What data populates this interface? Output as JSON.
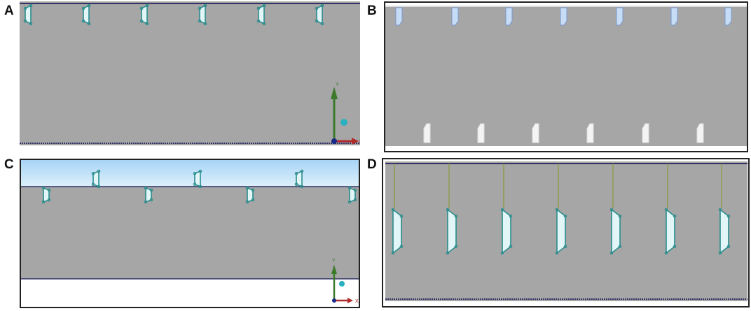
{
  "panels": [
    {
      "label": "A"
    },
    {
      "label": "B"
    },
    {
      "label": "C"
    },
    {
      "label": "D"
    }
  ],
  "axes": {
    "y_label": "Y",
    "x_label": "X"
  },
  "colors": {
    "domain_gray": "#a6a6a6",
    "blade_outline": "#2a8c8c",
    "blade_fill": "#e2f6f8",
    "water_light_blue": "#a8d4f5",
    "wall_line": "#333366",
    "y_axis_green": "#3a7a2a",
    "x_axis_red": "#b02a2a",
    "stem_olive": "#8a9a3a"
  },
  "icons": {
    "axis_triad": "coordinate-axes-icon",
    "origin_ball": "sphere-icon"
  }
}
